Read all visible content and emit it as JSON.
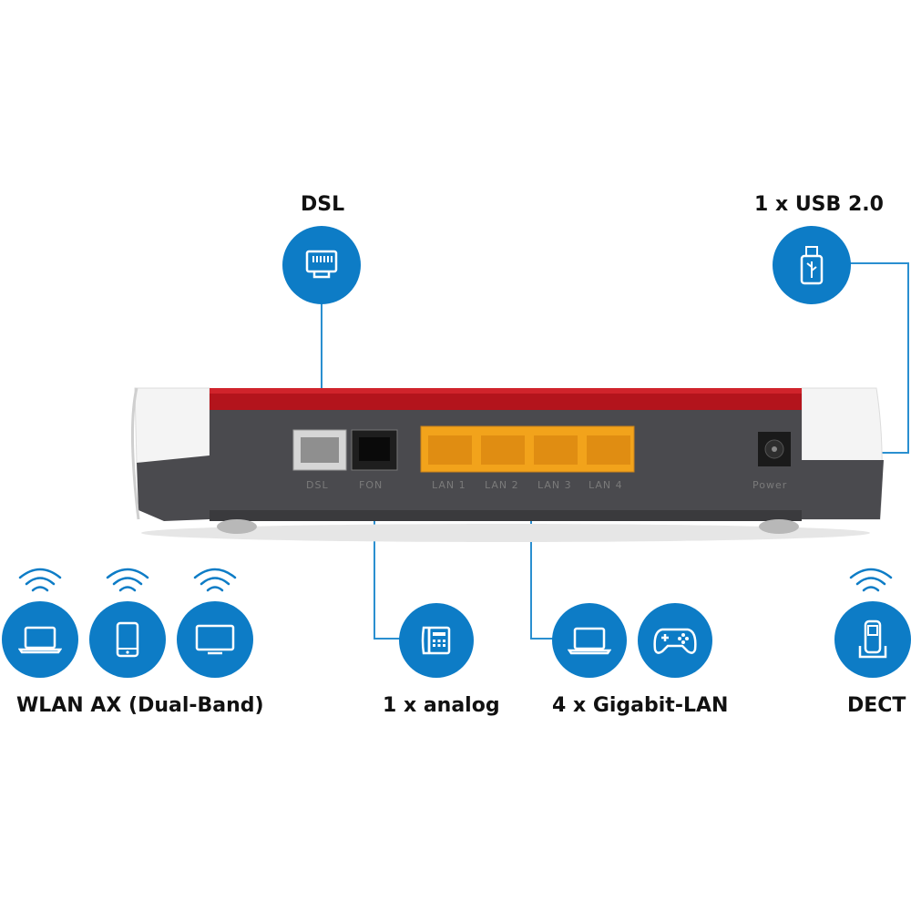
{
  "labels": {
    "dsl": "DSL",
    "usb": "1 x USB 2.0",
    "wlan": "WLAN AX (Dual-Band)",
    "analog": "1 x analog",
    "gigabit": "4 x Gigabit-LAN",
    "dect": "DECT"
  },
  "ports": {
    "dsl": "DSL",
    "fon": "FON",
    "lan1": "LAN 1",
    "lan2": "LAN 2",
    "lan3": "LAN 3",
    "lan4": "LAN 4",
    "power": "Power"
  },
  "icons": {
    "dsl": "ethernet-port-icon",
    "usb": "usb-stick-icon",
    "wlan": [
      "laptop-icon",
      "tablet-icon",
      "monitor-icon"
    ],
    "analog": "desk-phone-icon",
    "gigabit": [
      "laptop-icon",
      "gamepad-icon"
    ],
    "dect": "cordless-phone-icon",
    "wifi": "wifi-signal-icon"
  },
  "colors": {
    "accent": "#0d7cc6",
    "line": "#2a8fd0",
    "router_red": "#b3141c",
    "router_body": "#4a4a4e",
    "lan_yellow": "#f2a31b"
  }
}
